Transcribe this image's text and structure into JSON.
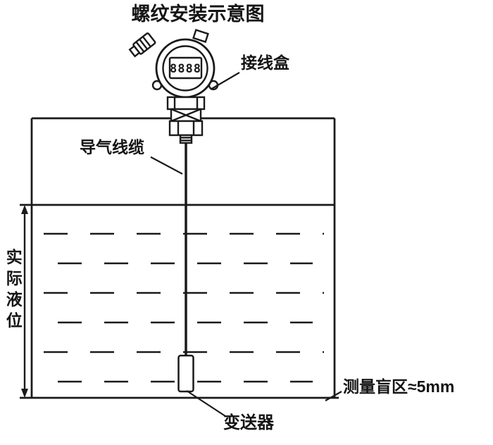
{
  "title": "螺纹安装示意图",
  "device": {
    "display_value": "8888"
  },
  "labels": {
    "junction_box": "接线盒",
    "air_cable": "导气线缆",
    "actual_level": "实际液位",
    "blind_zone": "测量盲区≈5mm",
    "transmitter": "变送器"
  },
  "colors": {
    "line": "#1a1a1a",
    "background": "#ffffff"
  }
}
